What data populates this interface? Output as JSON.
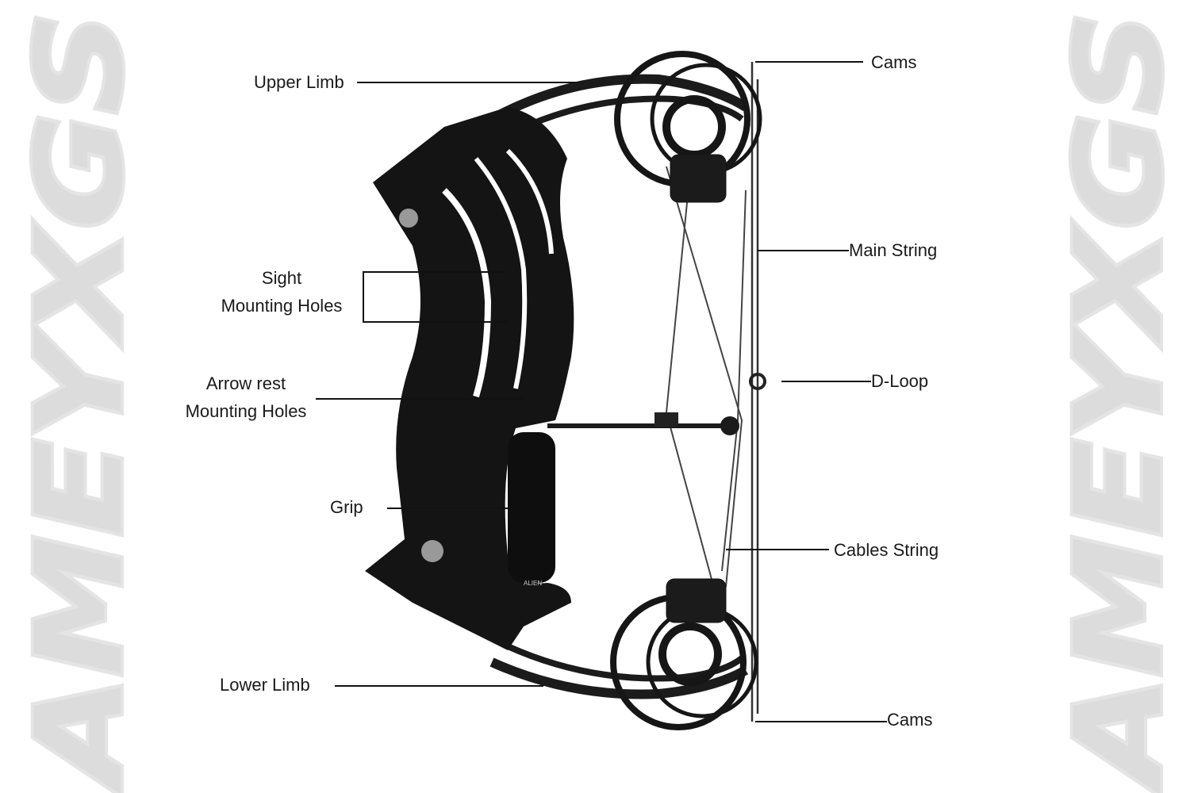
{
  "watermark": "AMEYXGS",
  "grip_logo": "ALIEN",
  "labels": {
    "upper_limb": "Upper Limb",
    "sight_line1": "Sight",
    "sight_line2": "Mounting Holes",
    "arrow_line1": "Arrow rest",
    "arrow_line2": "Mounting Holes",
    "grip": "Grip",
    "lower_limb": "Lower Limb",
    "cams_top": "Cams",
    "main_string": "Main String",
    "d_loop": "D-Loop",
    "cables_string": "Cables String",
    "cams_bottom": "Cams"
  }
}
